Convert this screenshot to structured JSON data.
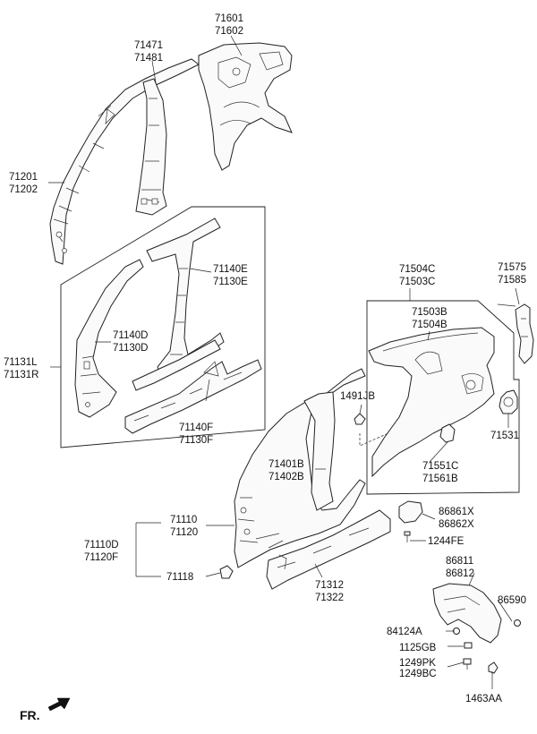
{
  "labels": {
    "c71601": "71601",
    "c71602": "71602",
    "c71471": "71471",
    "c71481": "71481",
    "c71201": "71201",
    "c71202": "71202",
    "c71140E": "71140E",
    "c71130E": "71130E",
    "c71140D": "71140D",
    "c71130D": "71130D",
    "c71131L": "71131L",
    "c71131R": "71131R",
    "c71140F": "71140F",
    "c71130F": "71130F",
    "c71504C": "71504C",
    "c71503C": "71503C",
    "c71503B": "71503B",
    "c71504B": "71504B",
    "c71575": "71575",
    "c71585": "71585",
    "c1491JB": "1491JB",
    "c71531": "71531",
    "c71401B": "71401B",
    "c71402B": "71402B",
    "c71551C": "71551C",
    "c71561B": "71561B",
    "c86861X": "86861X",
    "c86862X": "86862X",
    "c1244FE": "1244FE",
    "c71110": "71110",
    "c71120": "71120",
    "c71110D": "71110D",
    "c71120F": "71120F",
    "c71118": "71118",
    "c71312": "71312",
    "c71322": "71322",
    "c86811": "86811",
    "c86812": "86812",
    "c86590": "86590",
    "c84124A": "84124A",
    "c1125GB": "1125GB",
    "c1249PK": "1249PK",
    "c1249BC": "1249BC",
    "c1463AA": "1463AA",
    "fr": "FR."
  }
}
